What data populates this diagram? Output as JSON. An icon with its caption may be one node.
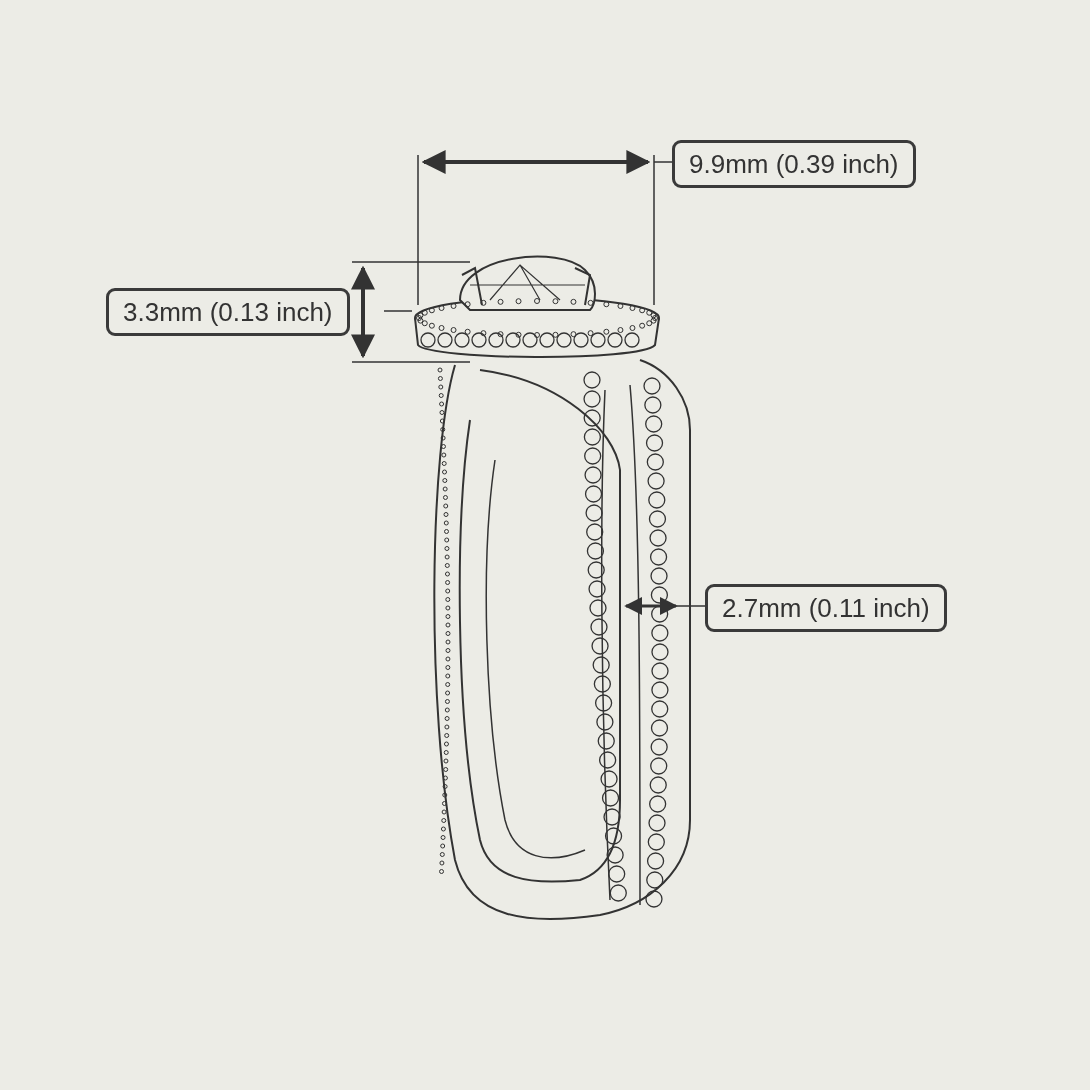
{
  "diagram": {
    "labels": [
      "9.9mm (0.39 inch)",
      "3.3mm (0.13 inch)",
      "2.7mm (0.11 inch)"
    ]
  }
}
